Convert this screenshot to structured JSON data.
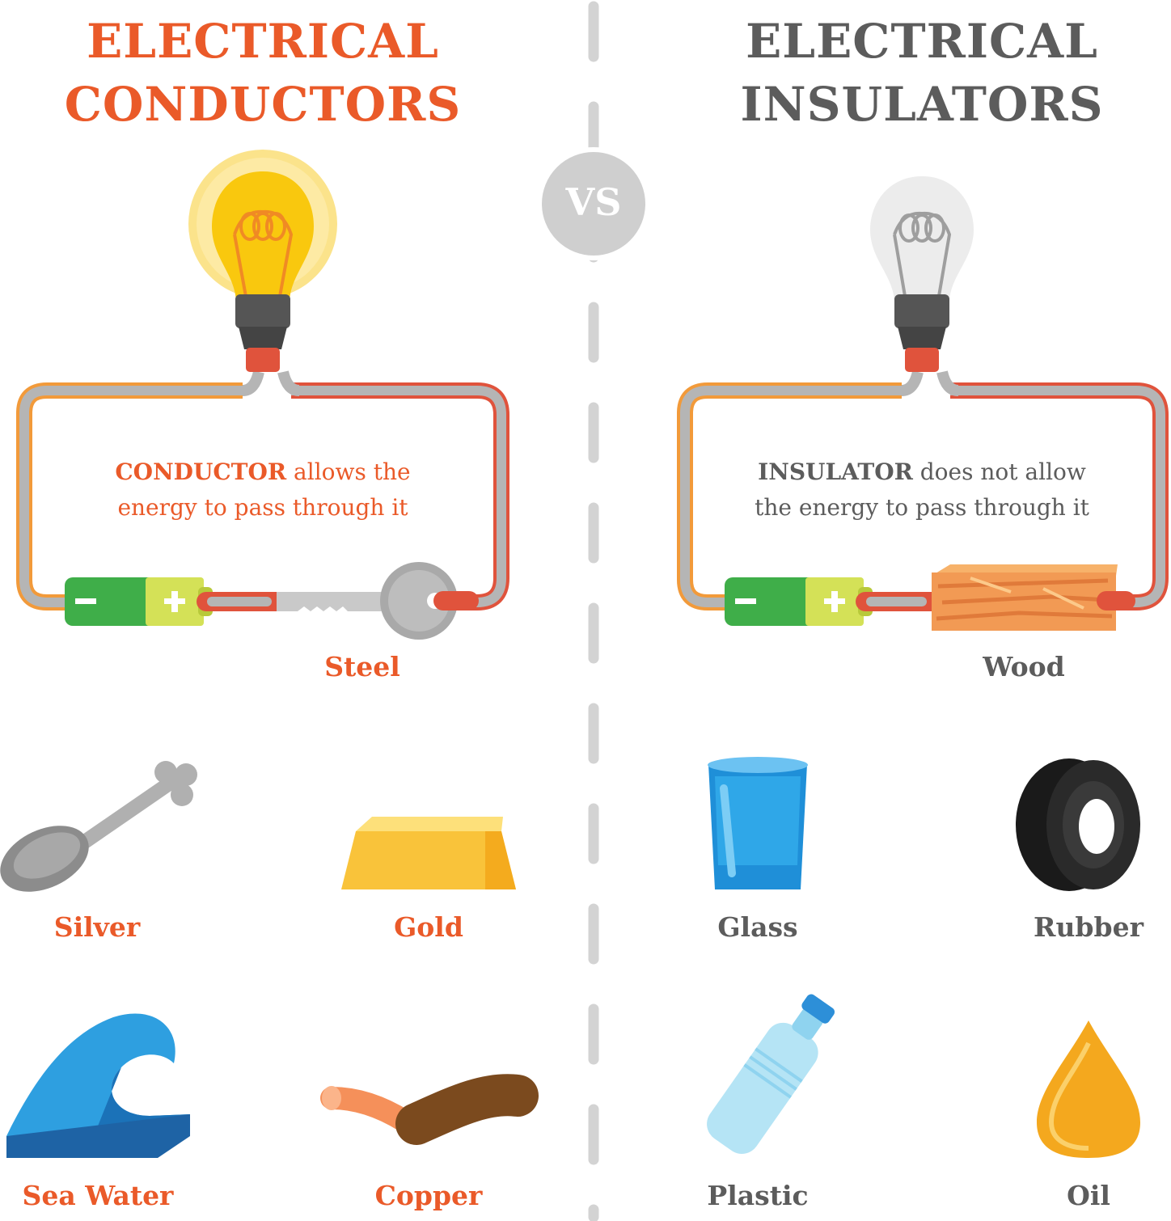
{
  "left": {
    "title_line1": "ELECTRICAL",
    "title_line2": "CONDUCTORS",
    "desc_highlight": "CONDUCTOR",
    "desc_rest_line1": " allows the",
    "desc_line2": "energy to pass through it",
    "circuit_material": "Steel",
    "examples": [
      "Silver",
      "Gold",
      "Sea Water",
      "Copper"
    ]
  },
  "right": {
    "title_line1": "ELECTRICAL",
    "title_line2": "INSULATORS",
    "desc_highlight": "INSULATOR",
    "desc_rest_line1": " does not allow",
    "desc_line2": "the energy to pass through it",
    "circuit_material": "Wood",
    "examples": [
      "Glass",
      "Rubber",
      "Plastic",
      "Oil"
    ]
  },
  "vs_label": "VS",
  "battery": {
    "minus": "−",
    "plus": "+"
  },
  "colors": {
    "conductor": "#ea5a29",
    "insulator": "#5c5c5c",
    "wire_orange": "#f29a3a",
    "wire_red": "#e0533c",
    "wire_gray": "#b5b5b5",
    "bulb_on": "#f9c80e",
    "battery_green": "#3fae49",
    "battery_lime": "#d4e157"
  }
}
